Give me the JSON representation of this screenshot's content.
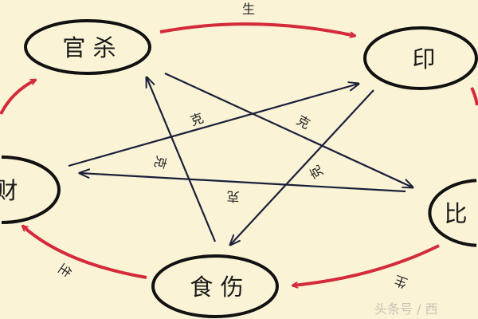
{
  "nodes": {
    "guansha": "官 杀",
    "yin": "印",
    "bi": "比",
    "shishang": "食 伤",
    "cai": "财"
  },
  "relations": {
    "generate": "生",
    "control": "克"
  },
  "watermark": "头条号 / 西",
  "colors": {
    "background": "#faf3d6",
    "generate_arrow": "#d42a3a",
    "control_arrow": "#1a1f3a",
    "node_outline": "#111111"
  }
}
